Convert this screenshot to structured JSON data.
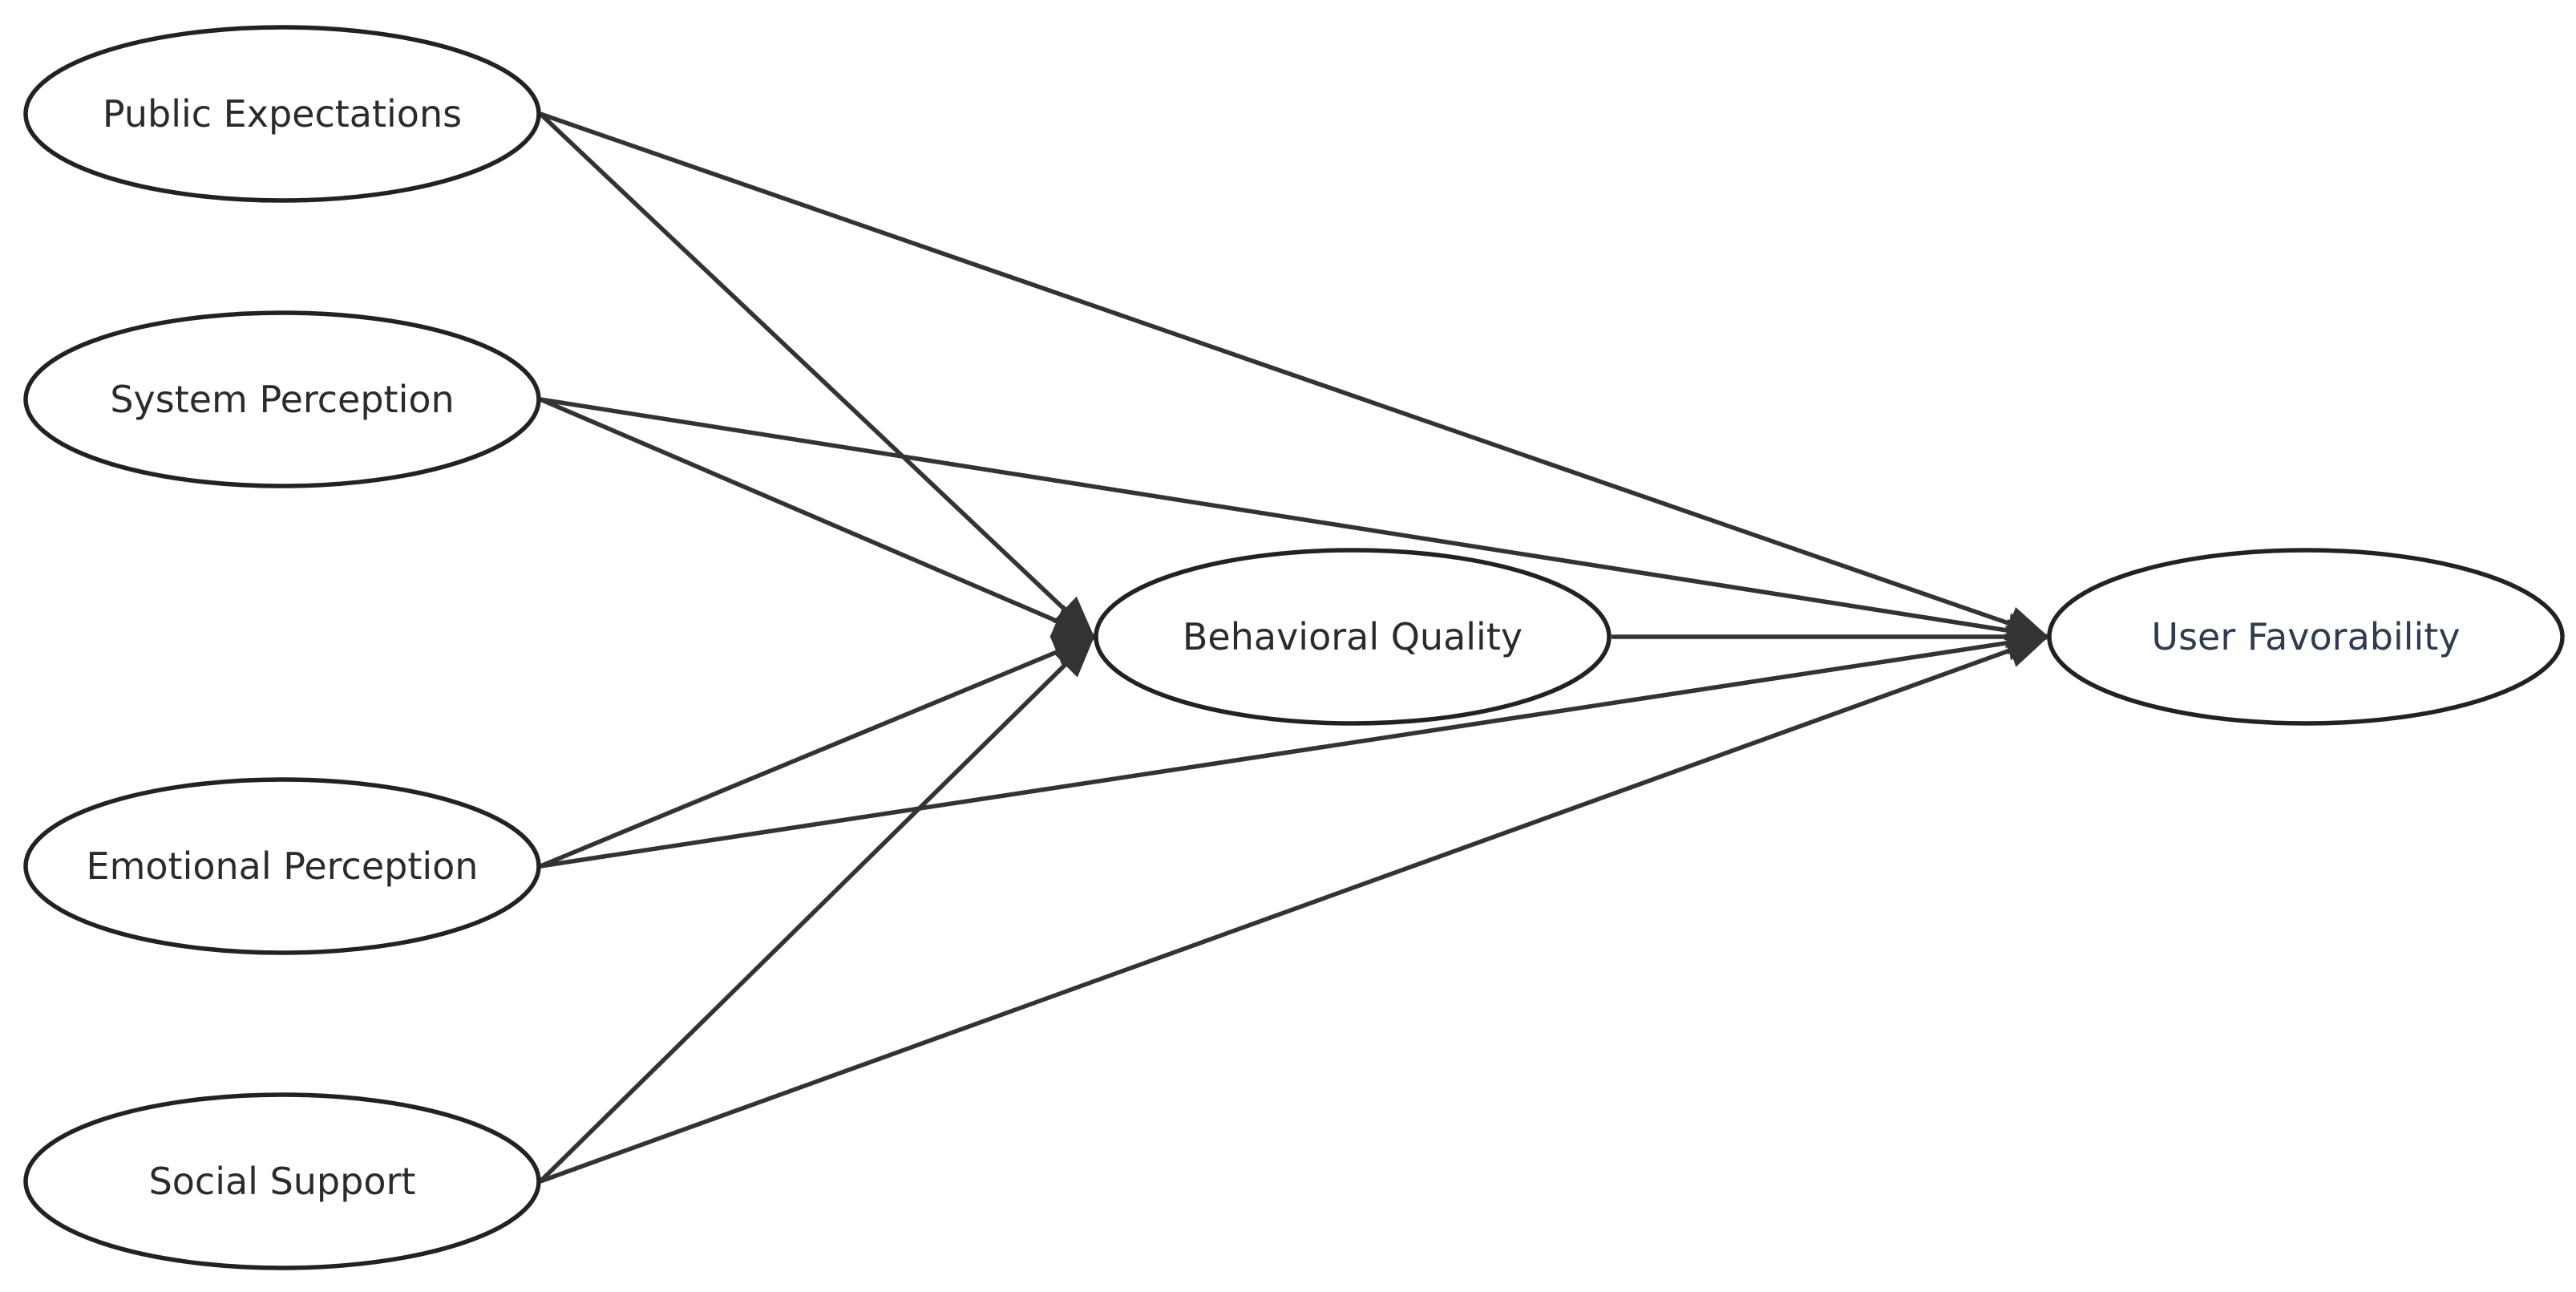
{
  "diagram": {
    "nodes": [
      {
        "id": "public",
        "label": "Public Expectations"
      },
      {
        "id": "system",
        "label": "System Perception"
      },
      {
        "id": "emotional",
        "label": "Emotional Perception"
      },
      {
        "id": "social",
        "label": "Social Support"
      },
      {
        "id": "behavioral",
        "label": "Behavioral Quality"
      },
      {
        "id": "user",
        "label": "User Favorability"
      }
    ],
    "edges": [
      {
        "from": "public",
        "to": "behavioral"
      },
      {
        "from": "public",
        "to": "user"
      },
      {
        "from": "system",
        "to": "behavioral"
      },
      {
        "from": "system",
        "to": "user"
      },
      {
        "from": "emotional",
        "to": "behavioral"
      },
      {
        "from": "emotional",
        "to": "user"
      },
      {
        "from": "social",
        "to": "behavioral"
      },
      {
        "from": "social",
        "to": "user"
      },
      {
        "from": "behavioral",
        "to": "user"
      }
    ],
    "colors": {
      "stroke": "#222222",
      "edge": "#333333",
      "text": "#2b2b2b",
      "outcome_text": "#2f3b4f"
    }
  }
}
